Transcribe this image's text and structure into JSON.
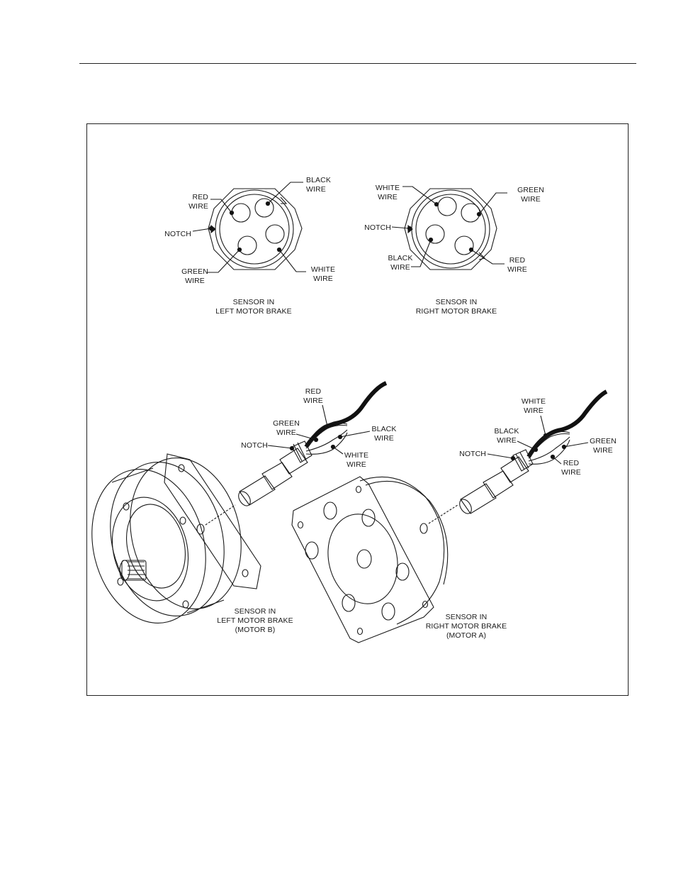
{
  "page": {
    "header_rule": true
  },
  "top_left": {
    "black": "BLACK\nWIRE",
    "red": "RED\nWIRE",
    "notch": "NOTCH",
    "green": "GREEN\nWIRE",
    "white": "WHITE\nWIRE",
    "caption": "SENSOR IN\nLEFT MOTOR BRAKE"
  },
  "top_right": {
    "white": "WHITE\nWIRE",
    "green": "GREEN\nWIRE",
    "notch": "NOTCH",
    "black": "BLACK\nWIRE",
    "red": "RED\nWIRE",
    "caption": "SENSOR IN\nRIGHT MOTOR BRAKE"
  },
  "bottom_left": {
    "red": "RED\nWIRE",
    "green": "GREEN\nWIRE",
    "black": "BLACK\nWIRE",
    "notch": "NOTCH",
    "white": "WHITE\nWIRE",
    "caption": "SENSOR IN\nLEFT MOTOR BRAKE\n(MOTOR B)"
  },
  "bottom_right": {
    "white": "WHITE\nWIRE",
    "black": "BLACK\nWIRE",
    "green": "GREEN\nWIRE",
    "notch": "NOTCH",
    "red": "RED\nWIRE",
    "caption": "SENSOR IN\nRIGHT MOTOR BRAKE\n(MOTOR A)"
  },
  "colors": {
    "ink": "#1a1a1a",
    "paper": "#ffffff"
  }
}
